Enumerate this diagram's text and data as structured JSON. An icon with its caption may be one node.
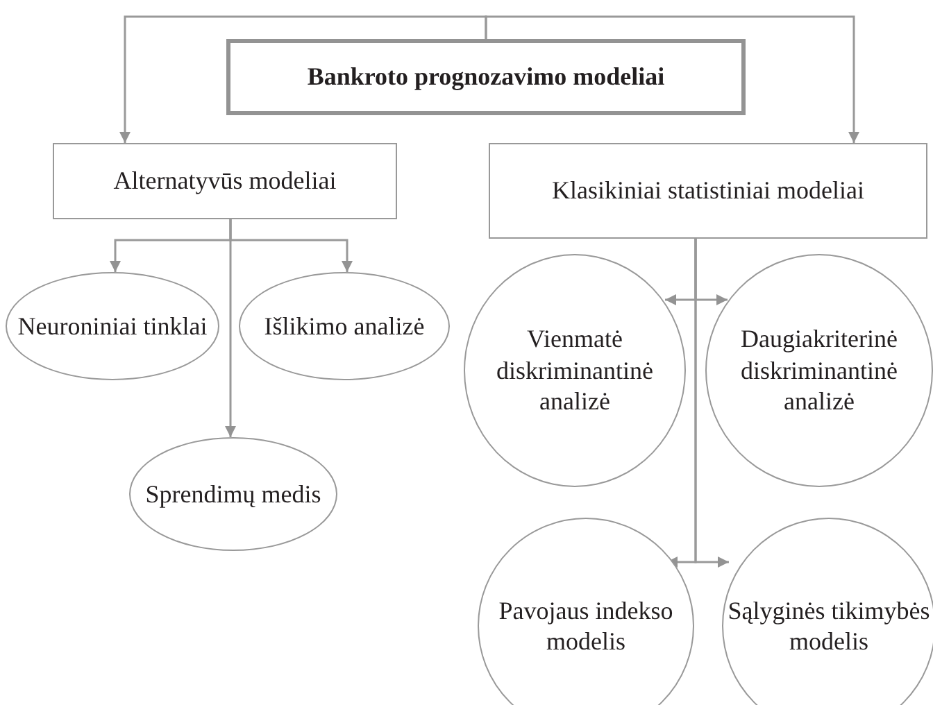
{
  "diagram": {
    "nodes": [
      {
        "text": [
          "Bankroto prognozavimo modeliai"
        ]
      },
      {
        "text": [
          "Alternatyvūs modeliai"
        ]
      },
      {
        "text": [
          "Klasikiniai statistiniai modeliai"
        ]
      },
      {
        "text": [
          "Neuroniniai tinklai"
        ]
      },
      {
        "text": [
          "Išlikimo analizė"
        ]
      },
      {
        "text": [
          "Sprendimų medis"
        ]
      },
      {
        "text": [
          "Vienmatė diskriminantinė analizė"
        ]
      },
      {
        "text": [
          "Daugiakriterinė diskriminantinė analizė"
        ]
      },
      {
        "text": [
          "Pavojaus indekso modelis"
        ]
      },
      {
        "text": [
          "Sąlyginės tikimybės modelis"
        ]
      }
    ],
    "edges": [
      {
        "from": 0,
        "to": 1,
        "arrow": "to"
      },
      {
        "from": 0,
        "to": 2,
        "arrow": "to"
      },
      {
        "from": 1,
        "to": 3,
        "arrow": "to"
      },
      {
        "from": 1,
        "to": 4,
        "arrow": "to"
      },
      {
        "from": 1,
        "to": 5,
        "arrow": "to"
      },
      {
        "from": 2,
        "to": 6,
        "arrow": "to"
      },
      {
        "from": 2,
        "to": 7,
        "arrow": "to"
      },
      {
        "from": 2,
        "to": 8,
        "arrow": "to"
      },
      {
        "from": 2,
        "to": 9,
        "arrow": "to"
      }
    ]
  }
}
